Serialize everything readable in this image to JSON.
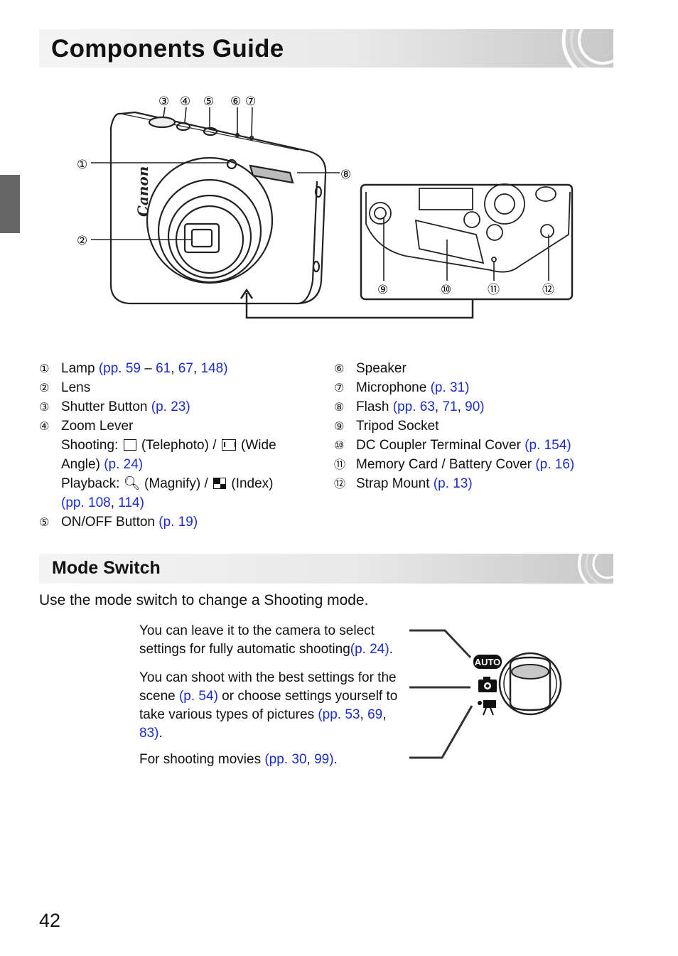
{
  "title": "Components Guide",
  "page_number": "42",
  "callouts": [
    "①",
    "②",
    "③",
    "④",
    "⑤",
    "⑥",
    "⑦",
    "⑧",
    "⑨",
    "⑩",
    "⑪",
    "⑫"
  ],
  "camera_logo": "Canon",
  "components_left": [
    {
      "num": "①",
      "label": "Lamp ",
      "ref": "(pp. 59",
      "dash": " – ",
      "r1": "61",
      "r2": "67",
      "r3": "148)"
    },
    {
      "num": "②",
      "label": "Lens"
    },
    {
      "num": "③",
      "label": "Shutter Button ",
      "ref": "(p. 23)"
    },
    {
      "num": "④",
      "label": "Zoom Lever",
      "shooting_a": "Shooting: ",
      "shooting_b": " (Telephoto) / ",
      "shooting_c": " (Wide",
      "angle_a": "Angle) ",
      "angle_ref": "(p. 24)",
      "playback_a": "Playback: ",
      "playback_b": " (Magnify) / ",
      "playback_c": " (Index)",
      "pb_ref1": "(pp. 108",
      "pb_ref2": "114)"
    },
    {
      "num": "⑤",
      "label": "ON/OFF Button ",
      "ref": "(p. 19)"
    }
  ],
  "components_right": [
    {
      "num": "⑥",
      "label": "Speaker"
    },
    {
      "num": "⑦",
      "label": "Microphone ",
      "ref": "(p. 31)"
    },
    {
      "num": "⑧",
      "label": "Flash ",
      "ref": "(pp. 63",
      "r1": "71",
      "r2": "90)"
    },
    {
      "num": "⑨",
      "label": "Tripod Socket"
    },
    {
      "num": "⑩",
      "label": "DC Coupler Terminal Cover ",
      "ref": "(p. 154)"
    },
    {
      "num": "⑪",
      "label": "Memory Card / Battery Cover ",
      "ref": "(p. 16)"
    },
    {
      "num": "⑫",
      "label": "Strap Mount ",
      "ref": "(p. 13)"
    }
  ],
  "mode_switch": {
    "heading": "Mode Switch",
    "intro": "Use the mode switch to change a Shooting mode.",
    "auto_label": "AUTO",
    "note1_a": "You can leave it to the camera to select settings for fully automatic shooting",
    "note1_ref": "(p. 24)",
    "note2_a": "You can shoot with the best settings for the scene ",
    "note2_ref": "(p. 54)",
    "note2_b": " or choose settings yourself to take various types of pictures ",
    "note2_ref2": "(pp. 53",
    "note2_ref3": "69",
    "note2_ref4": "83)",
    "note3_a": "For shooting movies ",
    "note3_ref": "(pp. 30",
    "note3_ref2": "99)"
  },
  "colors": {
    "link": "#1a2ccf",
    "tab": "#666666"
  }
}
